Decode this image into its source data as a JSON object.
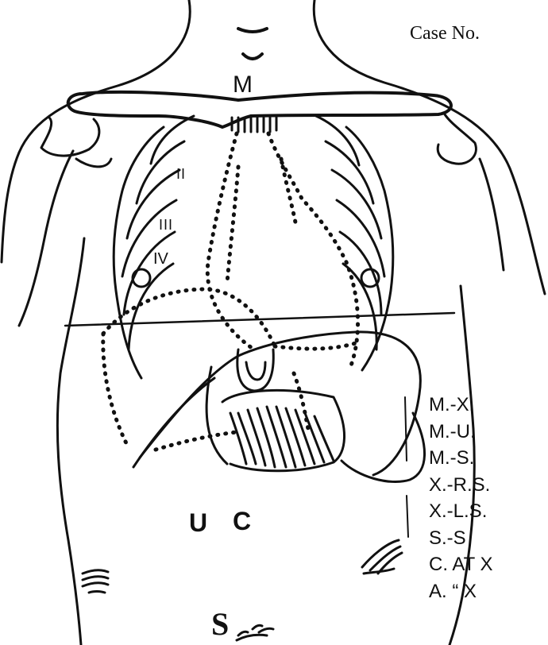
{
  "header": {
    "case_label": "Case No."
  },
  "markers": {
    "manubrium": "M",
    "rib_ii": "II",
    "rib_iii": "III",
    "rib_iv": "IV",
    "umbilicus": "U",
    "cecum": "C",
    "symphysis": "S"
  },
  "legend": {
    "items": [
      "M.-X.",
      "M.-U.",
      "M.-S.",
      "X.-R.S.",
      "X.-L.S.",
      "S.-S",
      "C. AT X",
      "A.  “  X"
    ]
  }
}
